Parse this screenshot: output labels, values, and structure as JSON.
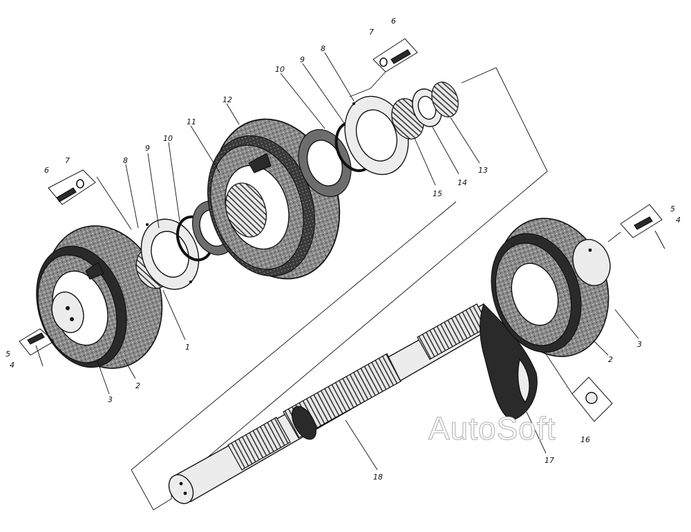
{
  "diagram": {
    "labels": [
      {
        "id": "p1",
        "text": "1"
      },
      {
        "id": "p2a",
        "text": "2"
      },
      {
        "id": "p2b",
        "text": "2"
      },
      {
        "id": "p3a",
        "text": "3"
      },
      {
        "id": "p3b",
        "text": "3"
      },
      {
        "id": "p4a",
        "text": "4"
      },
      {
        "id": "p4b",
        "text": "4"
      },
      {
        "id": "p5a",
        "text": "5"
      },
      {
        "id": "p5b",
        "text": "5"
      },
      {
        "id": "p6a",
        "text": "6"
      },
      {
        "id": "p6b",
        "text": "6"
      },
      {
        "id": "p7a",
        "text": "7"
      },
      {
        "id": "p7b",
        "text": "7"
      },
      {
        "id": "p8a",
        "text": "8"
      },
      {
        "id": "p8b",
        "text": "8"
      },
      {
        "id": "p9a",
        "text": "9"
      },
      {
        "id": "p9b",
        "text": "9"
      },
      {
        "id": "p10a",
        "text": "10"
      },
      {
        "id": "p10b",
        "text": "10"
      },
      {
        "id": "p11",
        "text": "11"
      },
      {
        "id": "p12",
        "text": "12"
      },
      {
        "id": "p13",
        "text": "13"
      },
      {
        "id": "p14",
        "text": "14"
      },
      {
        "id": "p15",
        "text": "15"
      },
      {
        "id": "p16",
        "text": "16"
      },
      {
        "id": "p17",
        "text": "17"
      },
      {
        "id": "p18",
        "text": "18"
      }
    ],
    "watermark": "AutoSoft"
  }
}
